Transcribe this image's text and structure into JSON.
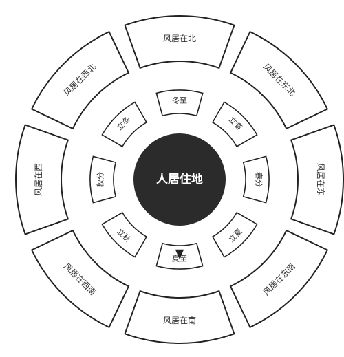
{
  "center": {
    "label": "人居住地",
    "fill": "#2b2b2b"
  },
  "outer_ring": [
    {
      "id": "north",
      "label": "风居在北",
      "angle": 0
    },
    {
      "id": "northeast",
      "label": "风居在东北",
      "angle": 45
    },
    {
      "id": "east",
      "label": "风居在东",
      "angle": 90
    },
    {
      "id": "southeast",
      "label": "风居在东南",
      "angle": 135
    },
    {
      "id": "south",
      "label": "风居在南",
      "angle": 180
    },
    {
      "id": "southwest",
      "label": "风居在西南",
      "angle": 225
    },
    {
      "id": "west",
      "label": "风居在西",
      "angle": 270
    },
    {
      "id": "northwest",
      "label": "风居在西北",
      "angle": 315
    }
  ],
  "inner_ring": [
    {
      "id": "dongzhi",
      "label": "冬至",
      "angle": 0
    },
    {
      "id": "lichun",
      "label": "立春",
      "angle": 45
    },
    {
      "id": "chunfen",
      "label": "春分",
      "angle": 90
    },
    {
      "id": "lixia",
      "label": "立夏",
      "angle": 135
    },
    {
      "id": "xiazhi",
      "label": "夏至",
      "angle": 180
    },
    {
      "id": "liqiu",
      "label": "立秋",
      "angle": 225
    },
    {
      "id": "qiufen",
      "label": "秋分",
      "angle": 270
    },
    {
      "id": "lidong",
      "label": "立冬",
      "angle": 315
    }
  ],
  "pointer": {
    "angle": 180,
    "color": "#222222"
  }
}
